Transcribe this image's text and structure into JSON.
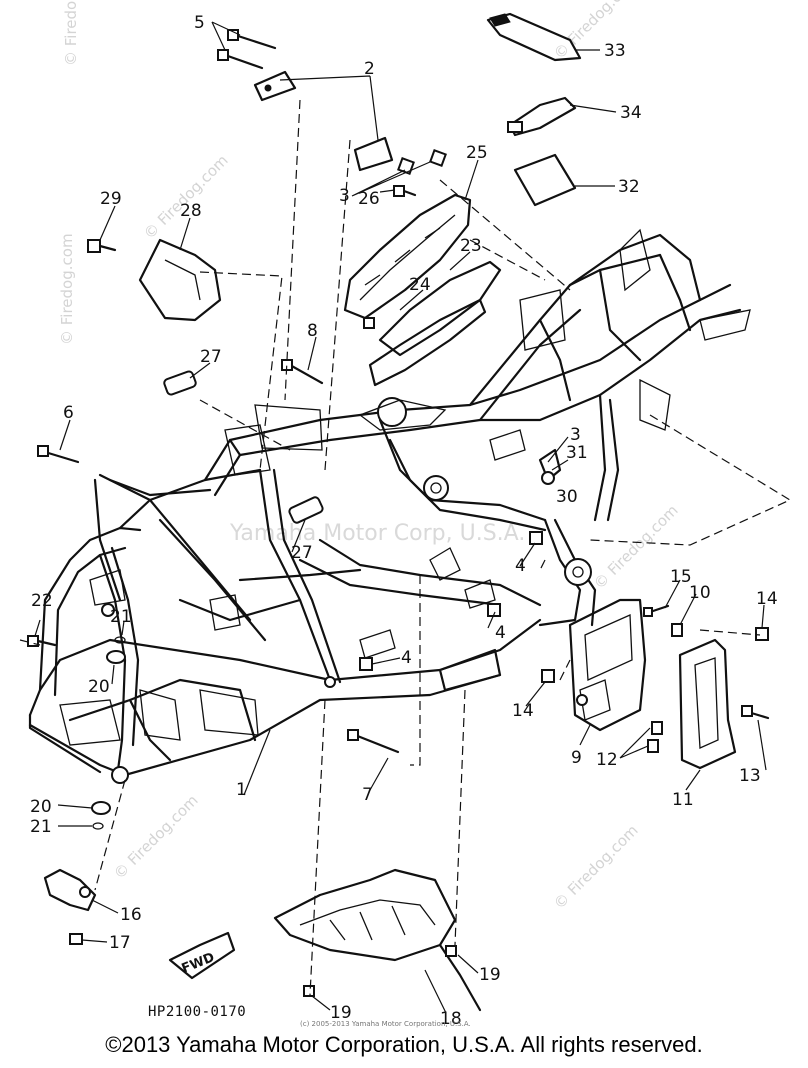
{
  "callouts": {
    "c1": "1",
    "c2": "2",
    "c3a": "3",
    "c3b": "3",
    "c4a": "4",
    "c4b": "4",
    "c4c": "4",
    "c5": "5",
    "c6": "6",
    "c7": "7",
    "c8": "8",
    "c9": "9",
    "c10": "10",
    "c11": "11",
    "c12": "12",
    "c13": "13",
    "c14a": "14",
    "c14b": "14",
    "c15": "15",
    "c16": "16",
    "c17": "17",
    "c18": "18",
    "c19a": "19",
    "c19b": "19",
    "c20a": "20",
    "c20b": "20",
    "c21a": "21",
    "c21b": "21",
    "c22": "22",
    "c23": "23",
    "c24": "24",
    "c25": "25",
    "c26": "26",
    "c27a": "27",
    "c27b": "27",
    "c28": "28",
    "c29": "29",
    "c30": "30",
    "c31": "31",
    "c32": "32",
    "c33": "33",
    "c34": "34"
  },
  "fwd_label": "FWD",
  "diagram_code": "HP2100-0170",
  "small_notice": "(c) 2005-2013 Yamaha Motor Corporation, U.S.A.",
  "watermarks": {
    "firedog_vertical": "© Firedog.com",
    "firedog_diag": "© Firedog.com",
    "center": "Yamaha Motor Corp, U.S.A."
  },
  "copyright": "©2013 Yamaha Motor Corporation, U.S.A. All rights reserved."
}
